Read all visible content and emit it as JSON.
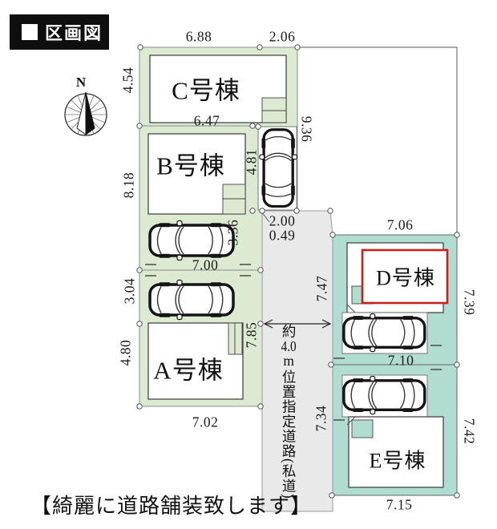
{
  "header": {
    "title": "区画図"
  },
  "compass": {
    "north_label": "N"
  },
  "plots": {
    "c": {
      "label": "C号棟"
    },
    "b": {
      "label": "B号棟"
    },
    "a": {
      "label": "A号棟"
    },
    "d": {
      "label": "D号棟"
    },
    "e": {
      "label": "E号棟"
    }
  },
  "dimensions": {
    "c_top": "6.88",
    "c_top_right": "2.06",
    "c_left": "4.54",
    "b_top": "6.47",
    "b_left": "8.18",
    "b_carbay": "4.81",
    "site_right": "9.36",
    "b_parking": "3.36",
    "corner_seg_1": "2.00",
    "corner_seg_2": "0.49",
    "ab_boundary": "7.00",
    "a_parking": "3.04",
    "a_right": "7.85",
    "a_left": "4.80",
    "a_bottom": "7.02",
    "d_roadside": "7.47",
    "d_top": "7.06",
    "d_right": "7.39",
    "de_boundary": "7.10",
    "e_roadside": "7.34",
    "e_right": "7.42",
    "e_bottom": "7.15"
  },
  "road": {
    "part1": "約",
    "width_value": "4.0",
    "unit": "m",
    "part2": "位置指定道路",
    "part3": "(私道)"
  },
  "note": "【綺麗に道路舗装致します】",
  "colors": {
    "plot_green": "#dcead2",
    "plot_teal": "#b0dcd1",
    "road_gray": "#e9e9e9",
    "highlight_red": "#c9201e",
    "title_bg": "#0f0f0f"
  }
}
